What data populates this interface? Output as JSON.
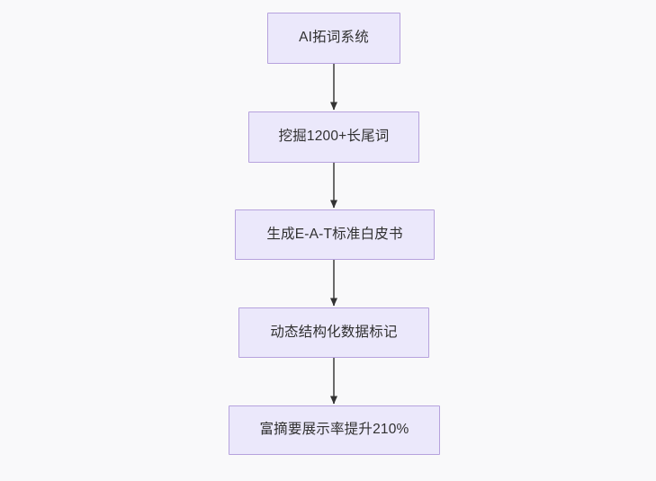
{
  "diagram": {
    "type": "flowchart",
    "direction": "top-to-bottom",
    "background_color": "#f9f9fa",
    "node_fill_color": "#ebe8fb",
    "node_border_color": "#b6a2dd",
    "node_text_color": "#303030",
    "edge_color": "#6b6b6b",
    "nodes": [
      {
        "id": "n0",
        "label": "AI拓词系统"
      },
      {
        "id": "n1",
        "label": "挖掘1200+长尾词"
      },
      {
        "id": "n2",
        "label": "生成E-A-T标准白皮书"
      },
      {
        "id": "n3",
        "label": "动态结构化数据标记"
      },
      {
        "id": "n4",
        "label": "富摘要展示率提升210%"
      }
    ],
    "edges": [
      {
        "from": "n0",
        "to": "n1",
        "label": "",
        "arrow": "single"
      },
      {
        "from": "n1",
        "to": "n2",
        "label": "",
        "arrow": "single"
      },
      {
        "from": "n2",
        "to": "n3",
        "label": "",
        "arrow": "single"
      },
      {
        "from": "n3",
        "to": "n4",
        "label": "",
        "arrow": "single"
      }
    ]
  }
}
